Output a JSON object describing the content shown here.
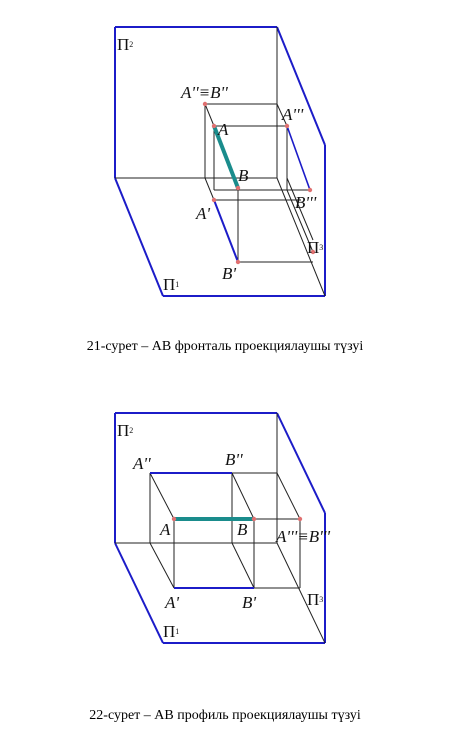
{
  "figures": [
    {
      "caption": "21-сурет –  АВ фронталь проекциялаушы түзуі",
      "labels": {
        "pi2": "П",
        "pi2_sub": "2",
        "pi1": "П",
        "pi1_sub": "1",
        "pi3": "П",
        "pi3_sub": "3",
        "a2b2": "A''≡B''",
        "a3": "A'''",
        "a": "A",
        "b": "B",
        "a1": "A'",
        "b3": "B'''",
        "b1": "B'"
      }
    },
    {
      "caption": "22-сурет –  АВ профиль проекциялаушы түзуі",
      "labels": {
        "pi2": "П",
        "pi2_sub": "2",
        "pi1": "П",
        "pi1_sub": "1",
        "pi3": "П",
        "pi3_sub": "3",
        "a2": "A''",
        "b2": "B''",
        "a": "A",
        "b": "B",
        "a3b3": "A'''≡B'''",
        "a1": "A'",
        "b1": "B'"
      }
    }
  ],
  "colors": {
    "planes": "#1c1cc8",
    "segment": "#1a8c8c",
    "lines": "#222222",
    "points": "#e07070"
  }
}
